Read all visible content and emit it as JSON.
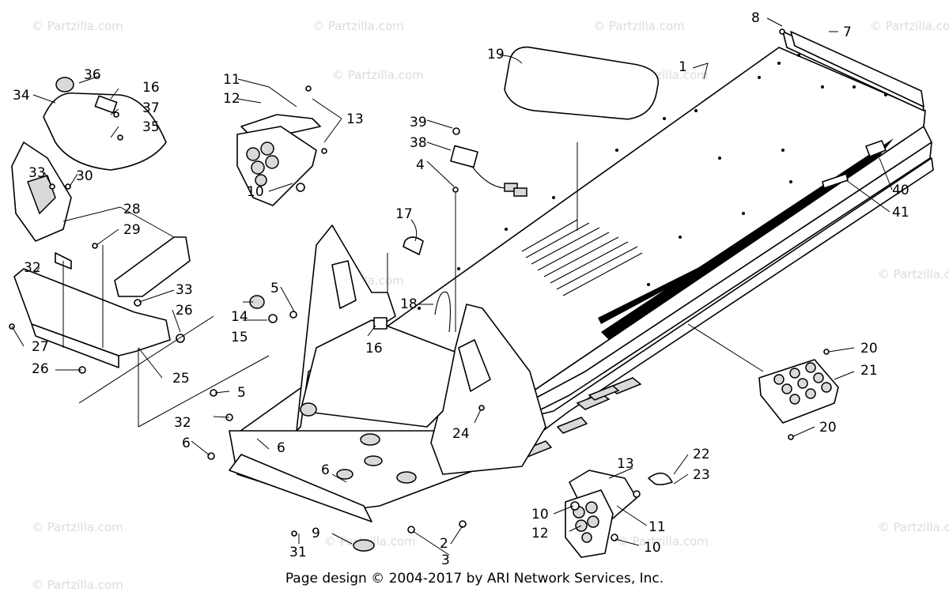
{
  "watermark": {
    "text": "© Partzilla.com",
    "center_text": "© Partzilla.com"
  },
  "callouts": {
    "c1": "1",
    "c2": "2",
    "c3": "3",
    "c4": "4",
    "c5a": "5",
    "c5b": "5",
    "c6a": "6",
    "c6b": "6",
    "c6c": "6",
    "c7": "7",
    "c8": "8",
    "c9": "9",
    "c10a": "10",
    "c10b": "10",
    "c10c": "10",
    "c11a": "11",
    "c11b": "11",
    "c12a": "12",
    "c12b": "12",
    "c13a": "13",
    "c13b": "13",
    "c14": "14",
    "c15": "15",
    "c16a": "16",
    "c16b": "16",
    "c17": "17",
    "c18": "18",
    "c19": "19",
    "c20a": "20",
    "c20b": "20",
    "c21": "21",
    "c22": "22",
    "c23": "23",
    "c24": "24",
    "c25": "25",
    "c26a": "26",
    "c26b": "26",
    "c27": "27",
    "c28": "28",
    "c29": "29",
    "c30": "30",
    "c31": "31",
    "c32a": "32",
    "c32b": "32",
    "c33a": "33",
    "c33b": "33",
    "c34": "34",
    "c35": "35",
    "c36": "36",
    "c37": "37",
    "c38": "38",
    "c39": "39",
    "c40": "40",
    "c41": "41"
  },
  "footer": {
    "text": "Page design © 2004-2017 by ARI Network Services, Inc."
  }
}
